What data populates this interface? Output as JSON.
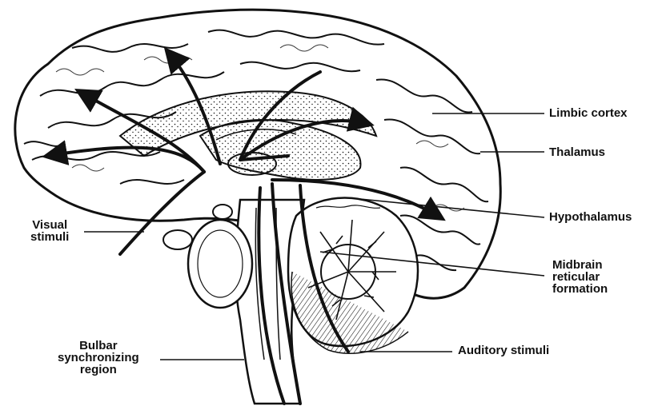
{
  "colors": {
    "ink": "#111111",
    "background": "#ffffff"
  },
  "labels": {
    "limbic_cortex": "Limbic cortex",
    "thalamus": "Thalamus",
    "hypothalamus": "Hypothalamus",
    "midbrain": [
      "Midbrain",
      "reticular",
      "formation"
    ],
    "auditory_stimuli": "Auditory stimuli",
    "visual_stimuli": [
      "Visual",
      "stimuli"
    ],
    "bulbar_region": [
      "Bulbar",
      "synchronizing",
      "region"
    ]
  }
}
